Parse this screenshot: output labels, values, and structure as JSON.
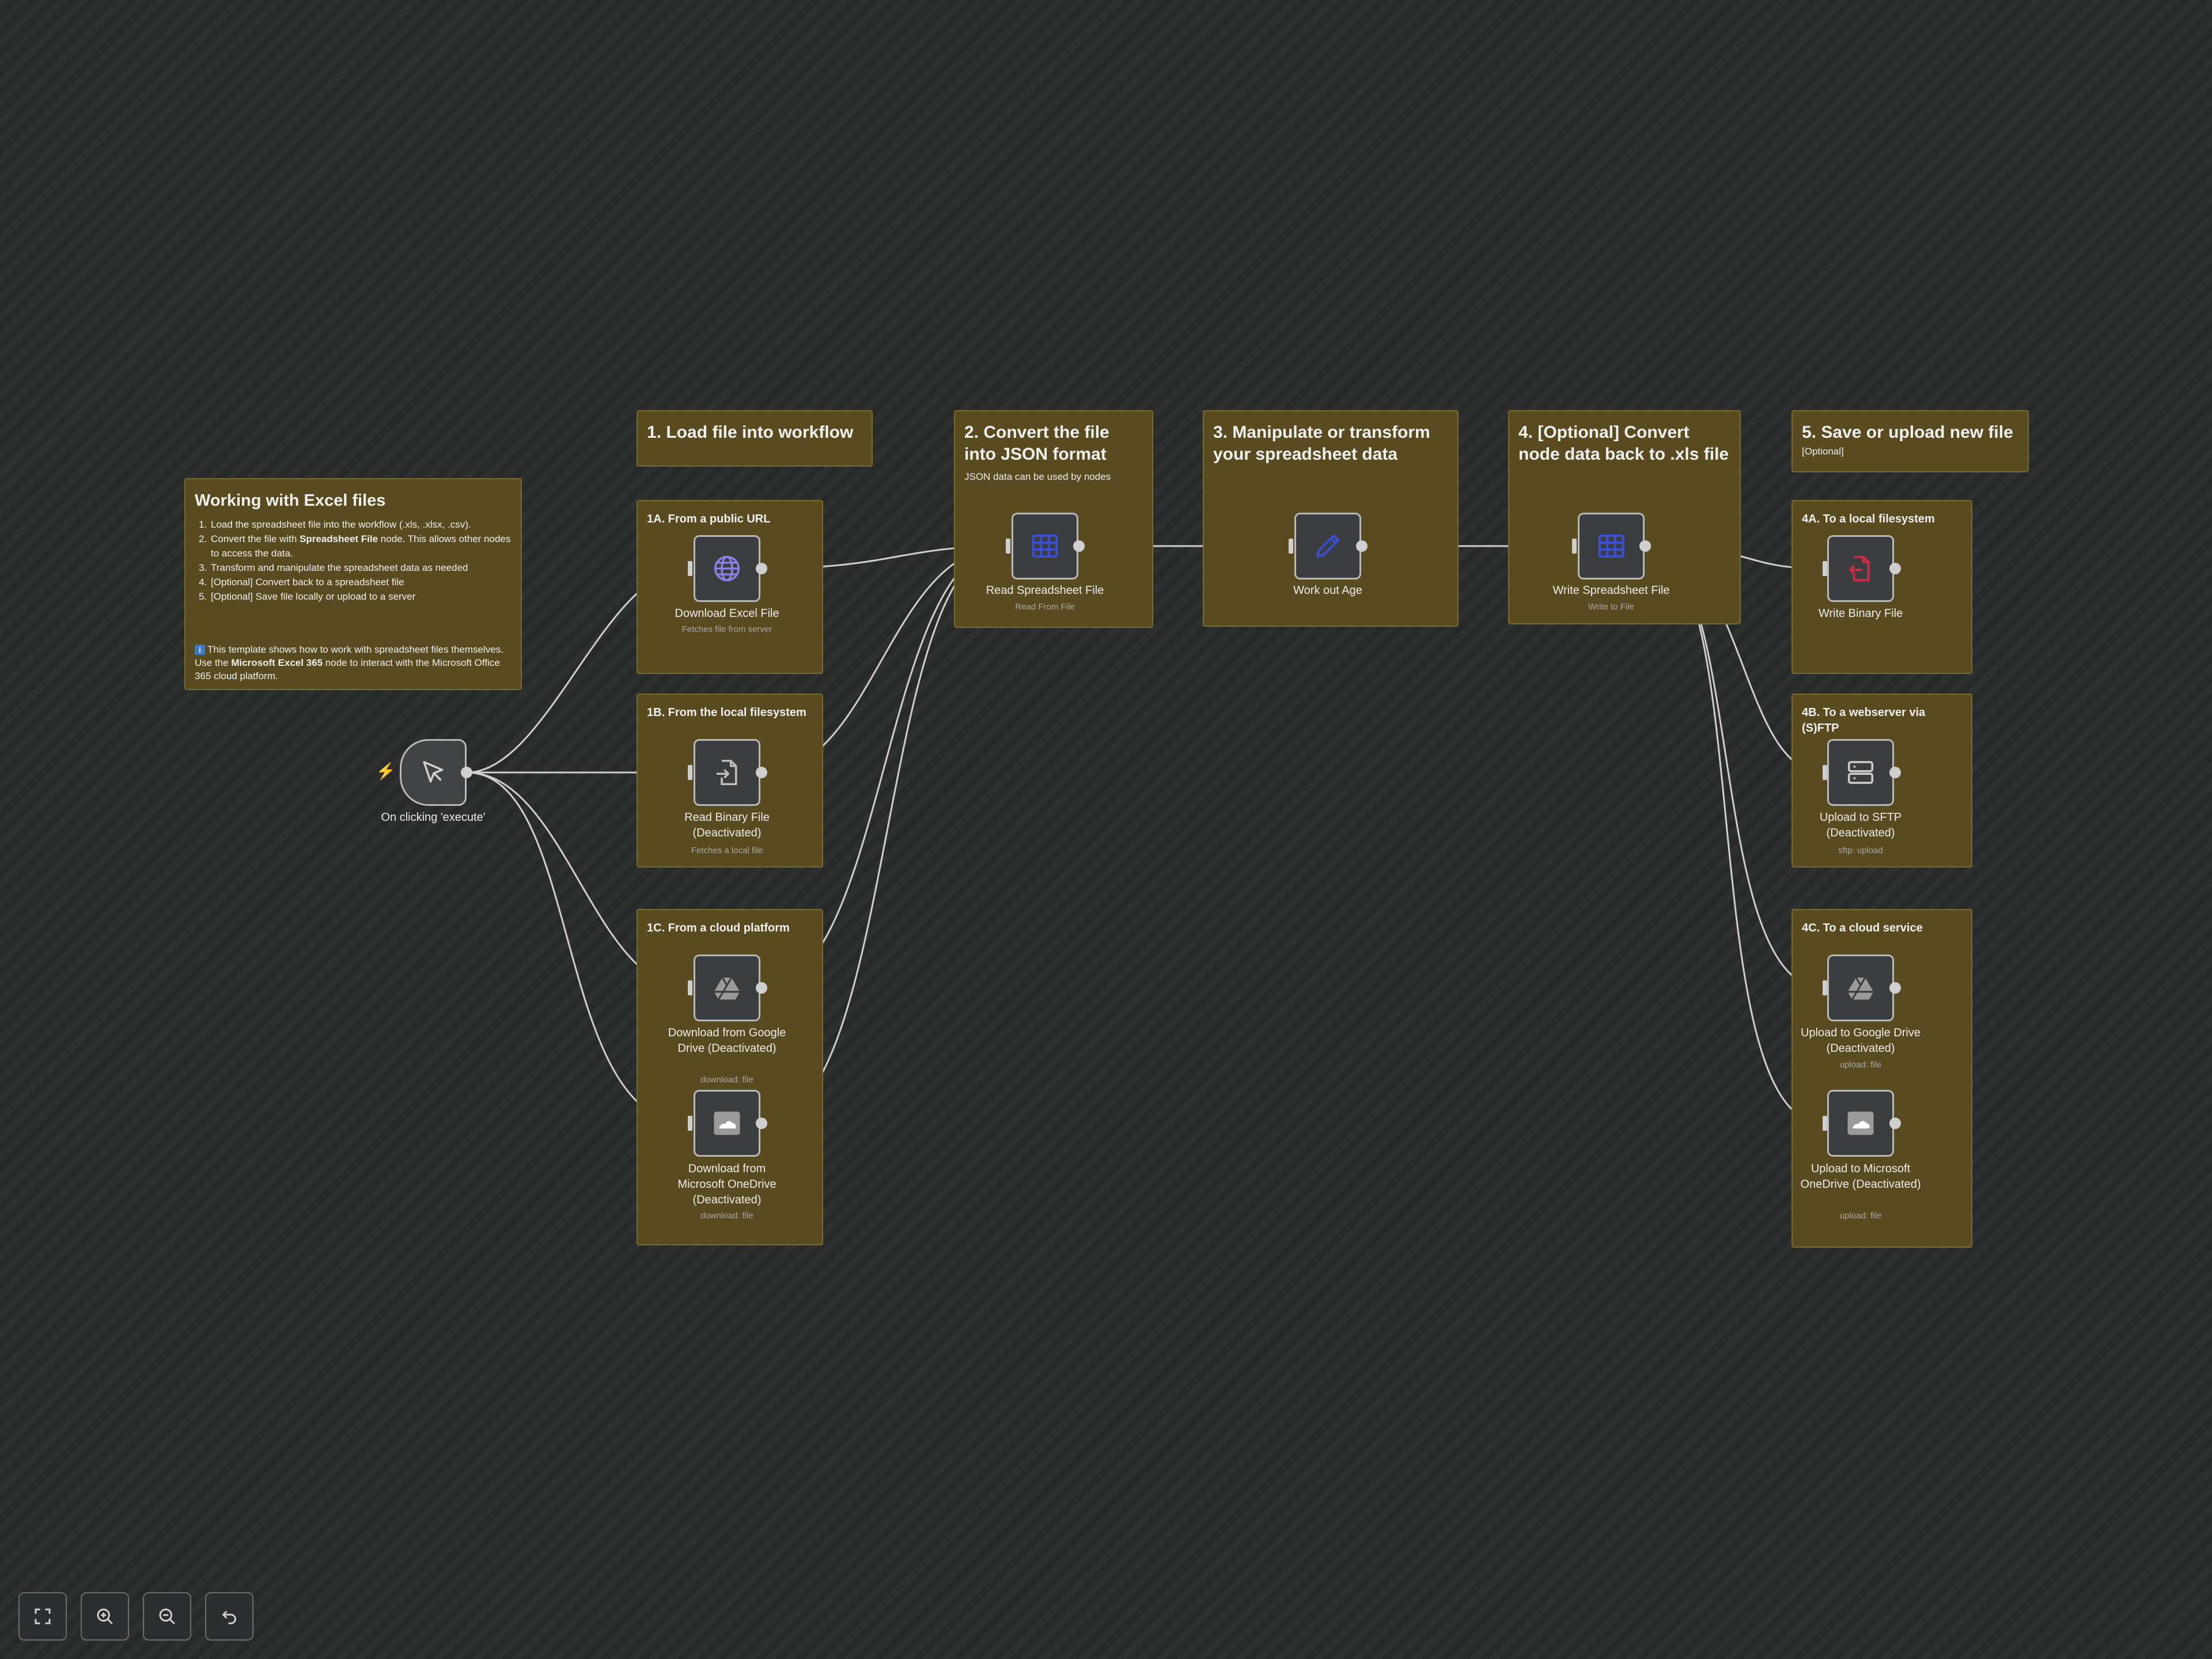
{
  "intro": {
    "title": "Working with Excel files",
    "steps": [
      "Load the spreadsheet file into the workflow (.xls, .xlsx, .csv).",
      "Convert the file with Spreadsheet File node. This allows other nodes to access the data.",
      "Transform and manipulate the spreadsheet data as needed",
      "[Optional] Convert back to a spreadsheet file",
      "[Optional] Save file locally or upload to a server"
    ],
    "step2_before": "Convert the file with ",
    "step2_bold": "Spreadsheet File",
    "step2_after": " node. This allows other nodes to access the data.",
    "note_before": "This template shows how to work with spreadsheet files themselves. Use the ",
    "note_bold": "Microsoft Excel 365",
    "note_after": " node to interact with the Microsoft Office 365 cloud platform.",
    "note_icon": "info-icon"
  },
  "sections": {
    "s1": {
      "title": "1. Load file into workflow"
    },
    "s2": {
      "title": "2. Convert the file into JSON format",
      "sub": "JSON data can be used by nodes"
    },
    "s3": {
      "title": "3. Manipulate or transform your spreadsheet data"
    },
    "s4": {
      "title": "4. [Optional] Convert node data back to .xls file"
    },
    "s5": {
      "title": "5. Save or upload new file",
      "sub": "[Optional]"
    },
    "s1a": {
      "title": "1A. From a public URL"
    },
    "s1b": {
      "title": "1B. From the local filesystem"
    },
    "s1c": {
      "title": "1C. From a cloud platform"
    },
    "s4a": {
      "title": "4A. To a local filesystem"
    },
    "s4b": {
      "title": "4B. To a webserver via (S)FTP"
    },
    "s4c": {
      "title": "4C. To a cloud service"
    }
  },
  "nodes": {
    "trigger": {
      "label": "On clicking 'execute'",
      "icon": "cursor-icon"
    },
    "download_excel": {
      "label": "Download Excel File",
      "sub": "Fetches file from server",
      "icon": "globe-icon"
    },
    "read_binary": {
      "label": "Read Binary File (Deactivated)",
      "sub": "Fetches a local file",
      "icon": "file-import-icon"
    },
    "gdrive_download": {
      "label": "Download from Google Drive (Deactivated)",
      "sub": "download: file",
      "icon": "google-drive-icon"
    },
    "onedrive_download": {
      "label": "Download from Microsoft OneDrive (Deactivated)",
      "sub": "download: file",
      "icon": "onedrive-icon"
    },
    "read_sheet": {
      "label": "Read Spreadsheet File",
      "sub": "Read From File",
      "icon": "table-icon"
    },
    "work_age": {
      "label": "Work out Age",
      "icon": "pencil-icon"
    },
    "write_sheet": {
      "label": "Write Spreadsheet File",
      "sub": "Write to File",
      "icon": "table-icon"
    },
    "write_binary": {
      "label": "Write Binary File",
      "icon": "file-export-icon"
    },
    "sftp": {
      "label": "Upload to SFTP (Deactivated)",
      "sub": "sftp: upload",
      "icon": "server-icon"
    },
    "gdrive_upload": {
      "label": "Upload to Google Drive (Deactivated)",
      "sub": "upload: file",
      "icon": "google-drive-icon"
    },
    "onedrive_upload": {
      "label": "Upload to Microsoft OneDrive (Deactivated)",
      "sub": "upload: file",
      "icon": "onedrive-icon"
    }
  },
  "controls": {
    "fit": "fit-view-icon",
    "zoom_in": "zoom-in-icon",
    "zoom_out": "zoom-out-icon",
    "reset": "undo-icon"
  },
  "colors": {
    "sticky_bg": "#594b1f",
    "table_icon": "#3a4fd6",
    "pencil_icon": "#3a4fd6",
    "file_export_icon": "#d02a4a",
    "trigger_bolt": "#e05a3a"
  }
}
